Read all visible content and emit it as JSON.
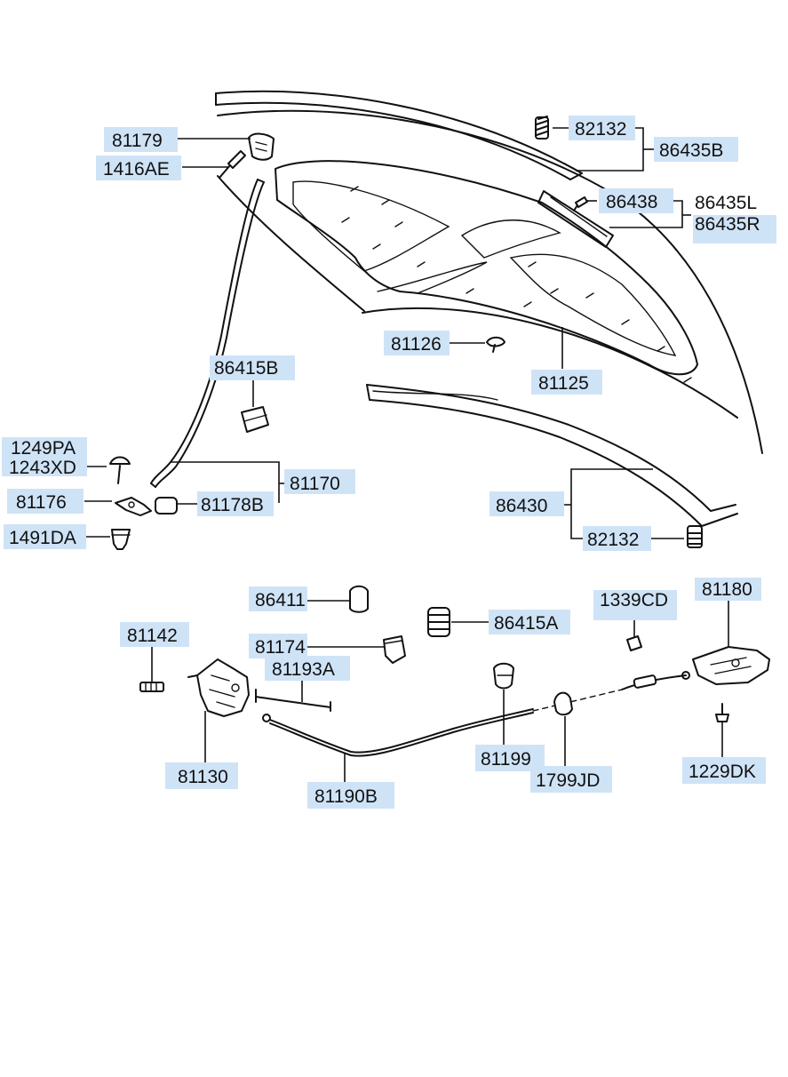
{
  "labels": {
    "p81179": "81179",
    "p1416AE": "1416AE",
    "p82132_top": "82132",
    "p86435B": "86435B",
    "p86438": "86438",
    "p86435L": "86435L",
    "p86435R": "86435R",
    "p81126": "81126",
    "p86415B": "86415B",
    "p81125": "81125",
    "p1249PA": "1249PA",
    "p1243XD": "1243XD",
    "p81176": "81176",
    "p81178B": "81178B",
    "p81170": "81170",
    "p1491DA": "1491DA",
    "p86430": "86430",
    "p82132_bot": "82132",
    "p86411": "86411",
    "p86415A": "86415A",
    "p1339CD": "1339CD",
    "p81180": "81180",
    "p81142": "81142",
    "p81174": "81174",
    "p81193A": "81193A",
    "p81130": "81130",
    "p81190B": "81190B",
    "p81199": "81199",
    "p1799JD": "1799JD",
    "p1229DK": "1229DK"
  },
  "colors": {
    "label_highlight": "#cfe3f7",
    "line": "#111111",
    "background": "#ffffff"
  }
}
